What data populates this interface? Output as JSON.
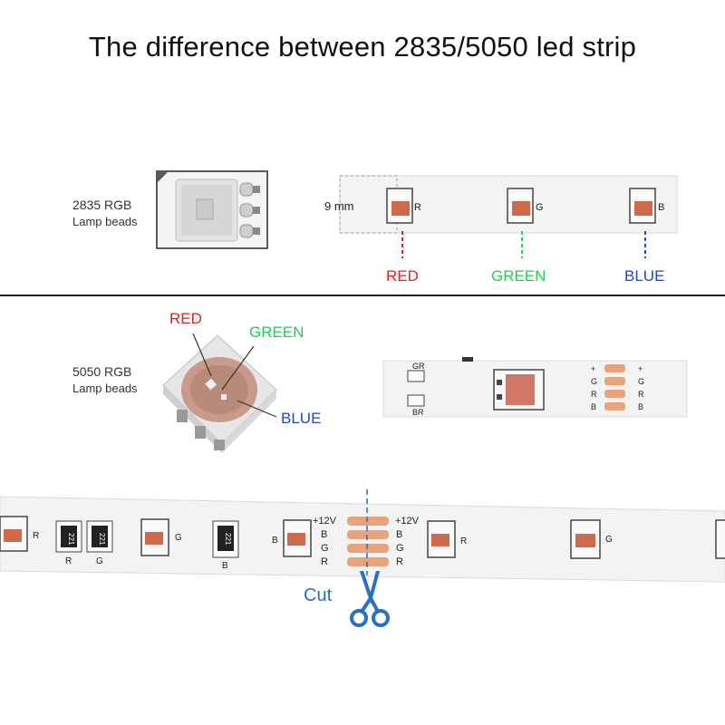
{
  "title": "The difference between 2835/5050 led strip",
  "section_2835": {
    "label_line1": "2835 RGB",
    "label_line2": "Lamp beads",
    "width_label": "9 mm",
    "led_marks": [
      "R",
      "G",
      "B"
    ],
    "colors": [
      {
        "name": "RED",
        "hex": "#e02020"
      },
      {
        "name": "GREEN",
        "hex": "#22cc55"
      },
      {
        "name": "BLUE",
        "hex": "#1f49c4"
      }
    ]
  },
  "section_5050": {
    "label_line1": "5050 RGB",
    "label_line2": "Lamp beads",
    "callouts": {
      "red": "RED",
      "green": "GREEN",
      "blue": "BLUE"
    },
    "pad_labels_left": [
      "+",
      "G",
      "R",
      "B"
    ],
    "pad_labels_right": [
      "+",
      "G",
      "R",
      "B"
    ],
    "resistor_top": "GR",
    "resistor_bottom": "BR"
  },
  "bottom_strip": {
    "marks": [
      "R",
      "R",
      "G",
      "G",
      "B",
      "B",
      "R",
      "G"
    ],
    "resistor_code": "221",
    "pad_labels_left": [
      "+12V",
      "B",
      "G",
      "R"
    ],
    "pad_labels_right": [
      "+12V",
      "B",
      "G",
      "R"
    ],
    "cut_label": "Cut"
  }
}
